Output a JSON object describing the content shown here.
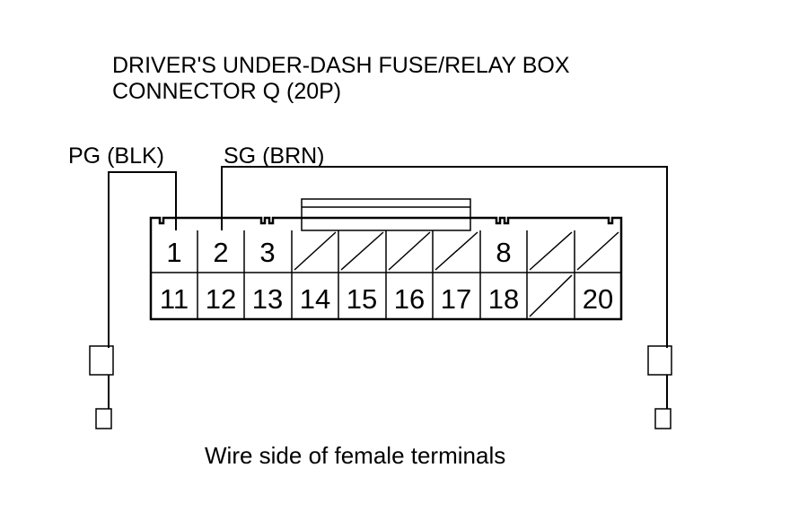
{
  "title": {
    "line1": "DRIVER'S UNDER-DASH FUSE/RELAY BOX",
    "line2": "CONNECTOR Q (20P)"
  },
  "wires": {
    "left_label": "PG (BLK)",
    "right_label": "SG (BRN)"
  },
  "connector": {
    "top_row": [
      "1",
      "2",
      "3",
      "",
      "",
      "",
      "",
      "8",
      "",
      ""
    ],
    "bottom_row": [
      "11",
      "12",
      "13",
      "14",
      "15",
      "16",
      "17",
      "18",
      "",
      "20"
    ]
  },
  "caption": "Wire side of female terminals"
}
